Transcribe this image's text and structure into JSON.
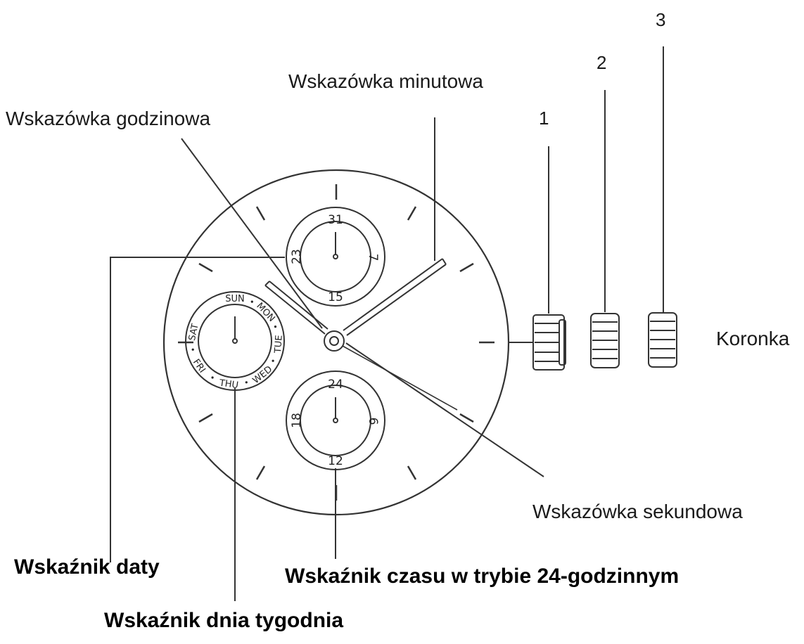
{
  "labels": {
    "minute_hand": "Wskazówka minutowa",
    "hour_hand": "Wskazówka godzinowa",
    "second_hand": "Wskazówka sekundowa",
    "crown": "Koronka",
    "date_indicator": "Wskaźnik daty",
    "time_24h_indicator": "Wskaźnik czasu w trybie 24-godzinnym",
    "weekday_indicator": "Wskaźnik dnia tygodnia"
  },
  "crown_positions": [
    "1",
    "2",
    "3"
  ],
  "date_subdial": {
    "top": "31",
    "right": "7",
    "bottom": "15",
    "left": "23"
  },
  "hour24_subdial": {
    "top": "24",
    "right": "6",
    "bottom": "12",
    "left": "18"
  },
  "weekday_ring": [
    "SUN",
    "MON",
    "TUE",
    "WED",
    "THU",
    "FRI",
    "SAT"
  ],
  "colors": {
    "line": "#333333",
    "text": "#1a1a1a"
  }
}
